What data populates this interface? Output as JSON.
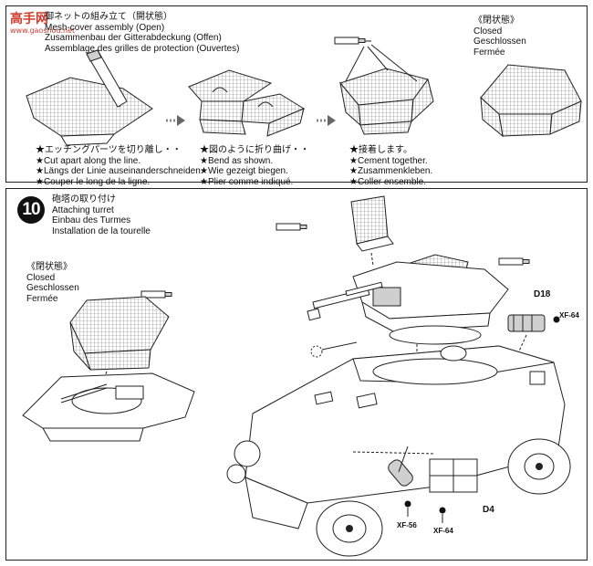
{
  "watermark": {
    "logo_text": "高手网",
    "site": "www.gaoshou.net"
  },
  "top_panel": {
    "title": [
      "御ネットの組み立て（開状態）",
      "Mesh-cover assembly (Open)",
      "Zusammenbau der Gitterabdeckung (Offen)",
      "Assemblage des grilles de protection (Ouvertes)"
    ],
    "instructions": [
      [
        "★エッチングパーツを切り離し・・",
        "★Cut apart along the line.",
        "★Längs der Linie auseinanderschneiden.",
        "★Couper le long de la ligne."
      ],
      [
        "★図のように折り曲げ・・",
        "★Bend as shown.",
        "★Wie gezeigt biegen.",
        "★Plier comme indiqué."
      ],
      [
        "★接着します。",
        "★Cement together.",
        "★Zusammenkleben.",
        "★Coller ensemble."
      ]
    ],
    "closed": [
      "《閉状態》",
      "Closed",
      "Geschlossen",
      "Fermée"
    ]
  },
  "bottom_panel": {
    "step": "10",
    "title": [
      "砲塔の取り付け",
      "Attaching turret",
      "Einbau des Turmes",
      "Installation de la tourelle"
    ],
    "closed": [
      "《閉状態》",
      "Closed",
      "Geschlossen",
      "Fermée"
    ],
    "callouts": {
      "d18": "D18",
      "d4": "D4"
    },
    "paints": {
      "xf64_top": "XF-64",
      "xf56": "XF-56",
      "xf64_bottom": "XF-64"
    }
  },
  "colors": {
    "line": "#222222",
    "watermark": "#d23b2c"
  }
}
